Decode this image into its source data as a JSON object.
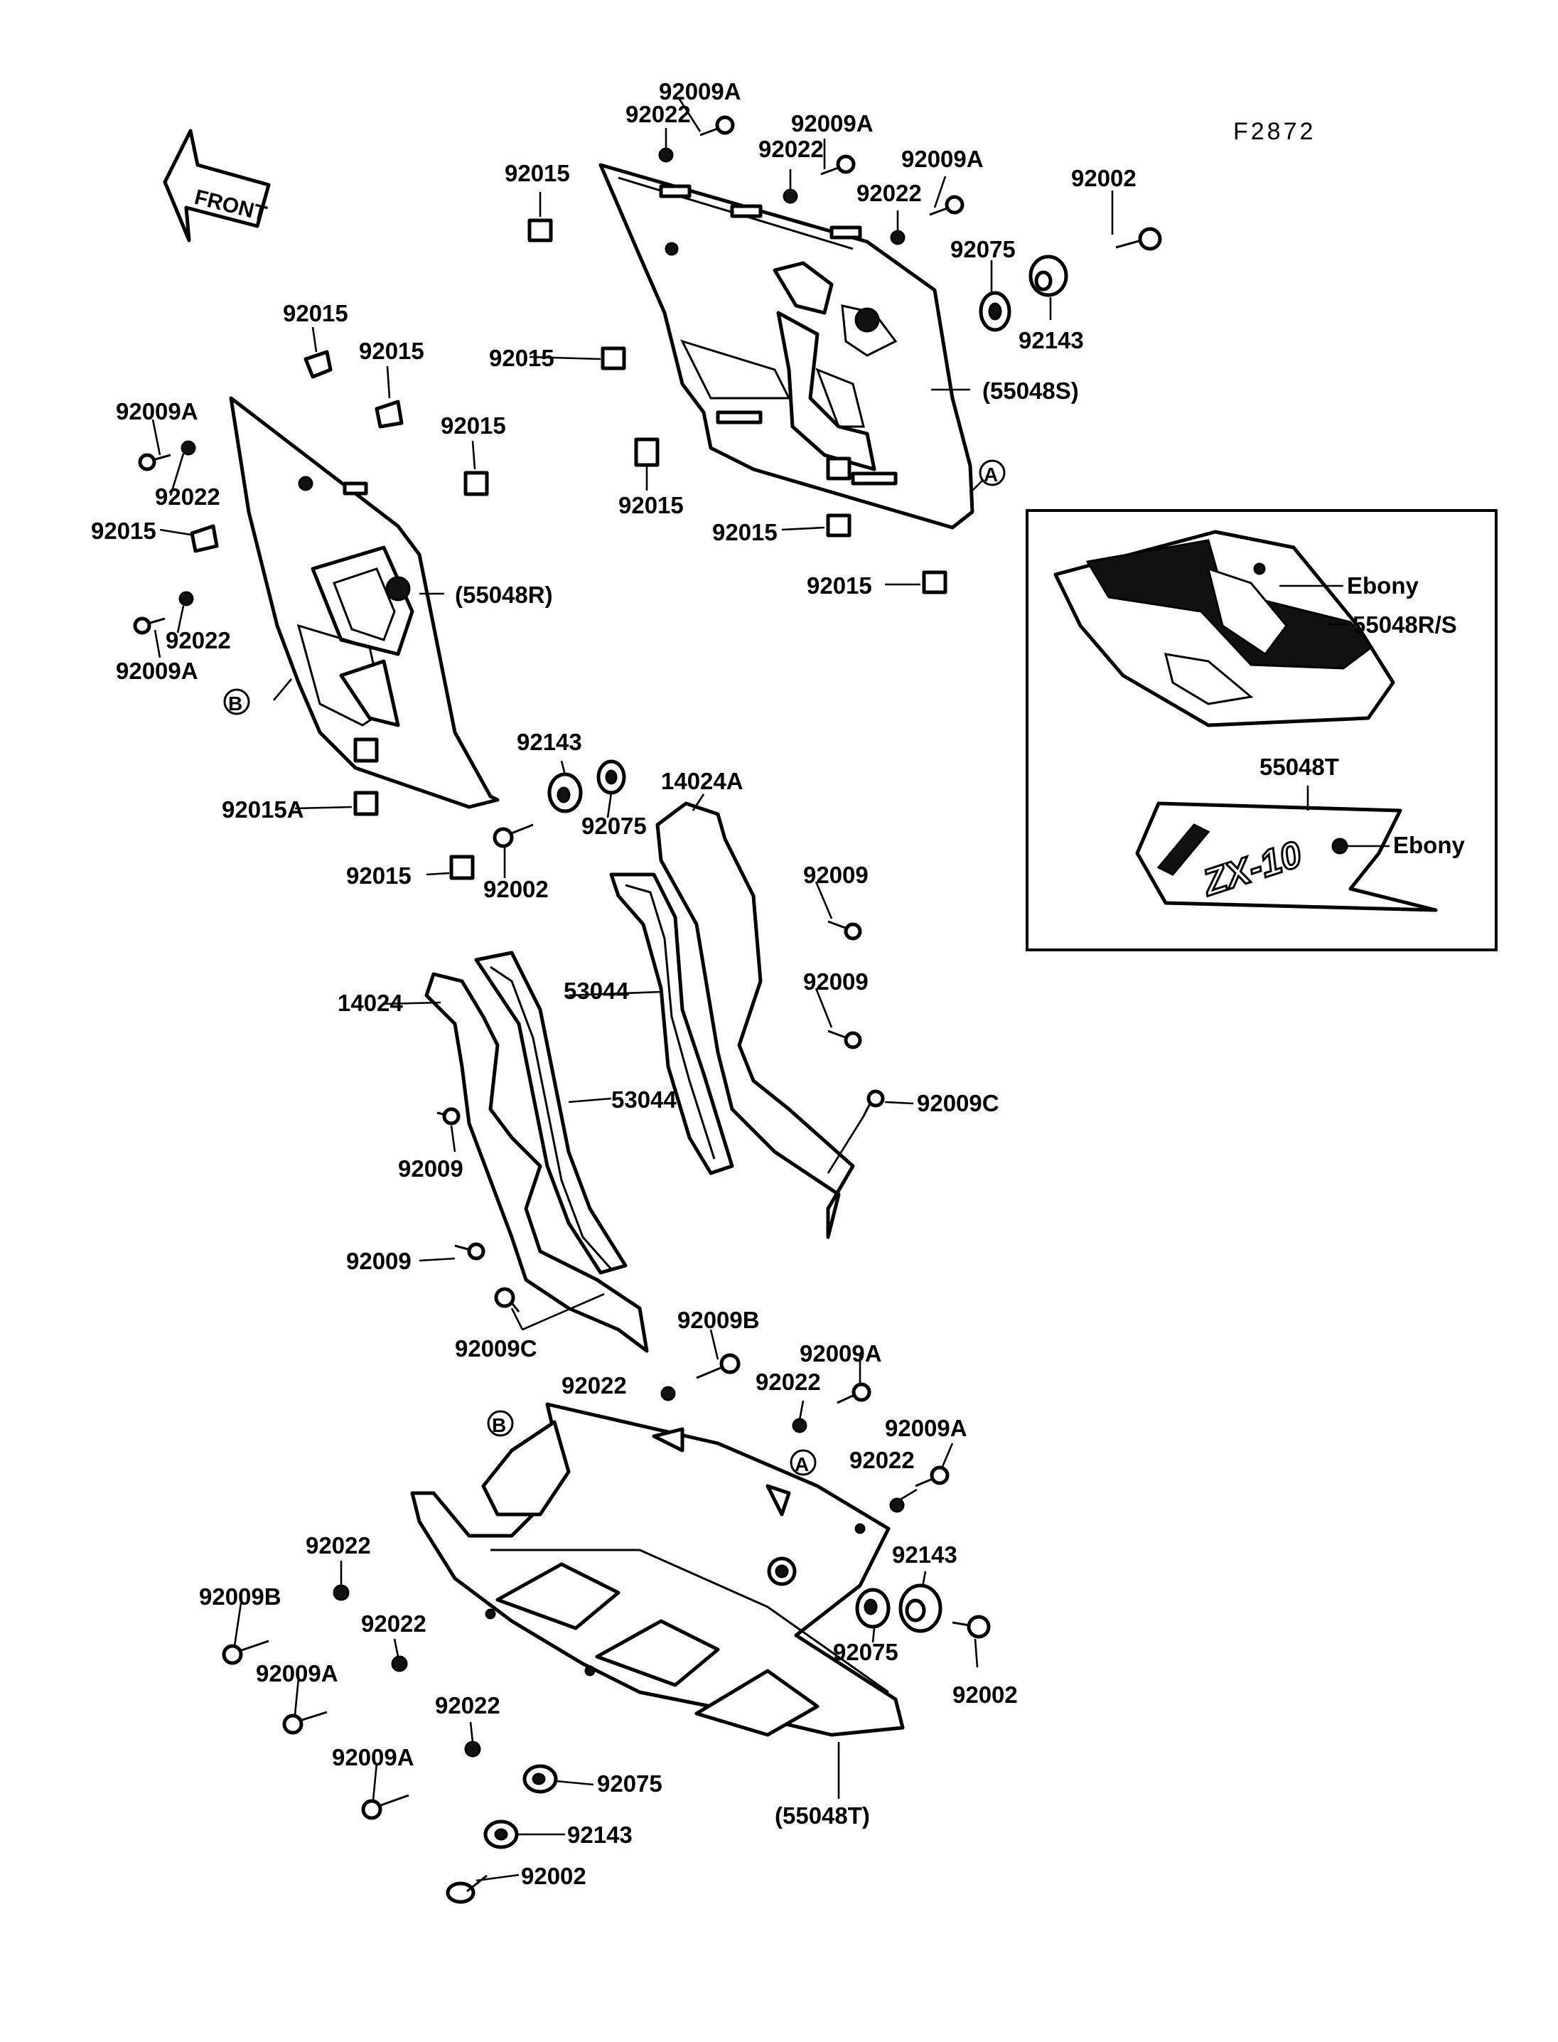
{
  "diagram": {
    "figure_code": "F2872",
    "front_arrow_label": "FRONT",
    "ref_circle_a": "A",
    "ref_circle_b": "B",
    "parts": {
      "p92009A": "92009A",
      "p92022": "92022",
      "p92015": "92015",
      "p92015A": "92015A",
      "p92002": "92002",
      "p92075": "92075",
      "p92143": "92143",
      "p55048S": "(55048S)",
      "p55048R": "(55048R)",
      "p55048T": "(55048T)",
      "p14024A": "14024A",
      "p14024": "14024",
      "p53044": "53044",
      "p92009": "92009",
      "p92009B": "92009B",
      "p92009C": "92009C"
    },
    "inset": {
      "ebony_upper": "Ebony",
      "code_rs": "55048R/S",
      "code_t": "55048T",
      "ebony_lower": "Ebony",
      "decal_text": "ZX-10"
    }
  }
}
